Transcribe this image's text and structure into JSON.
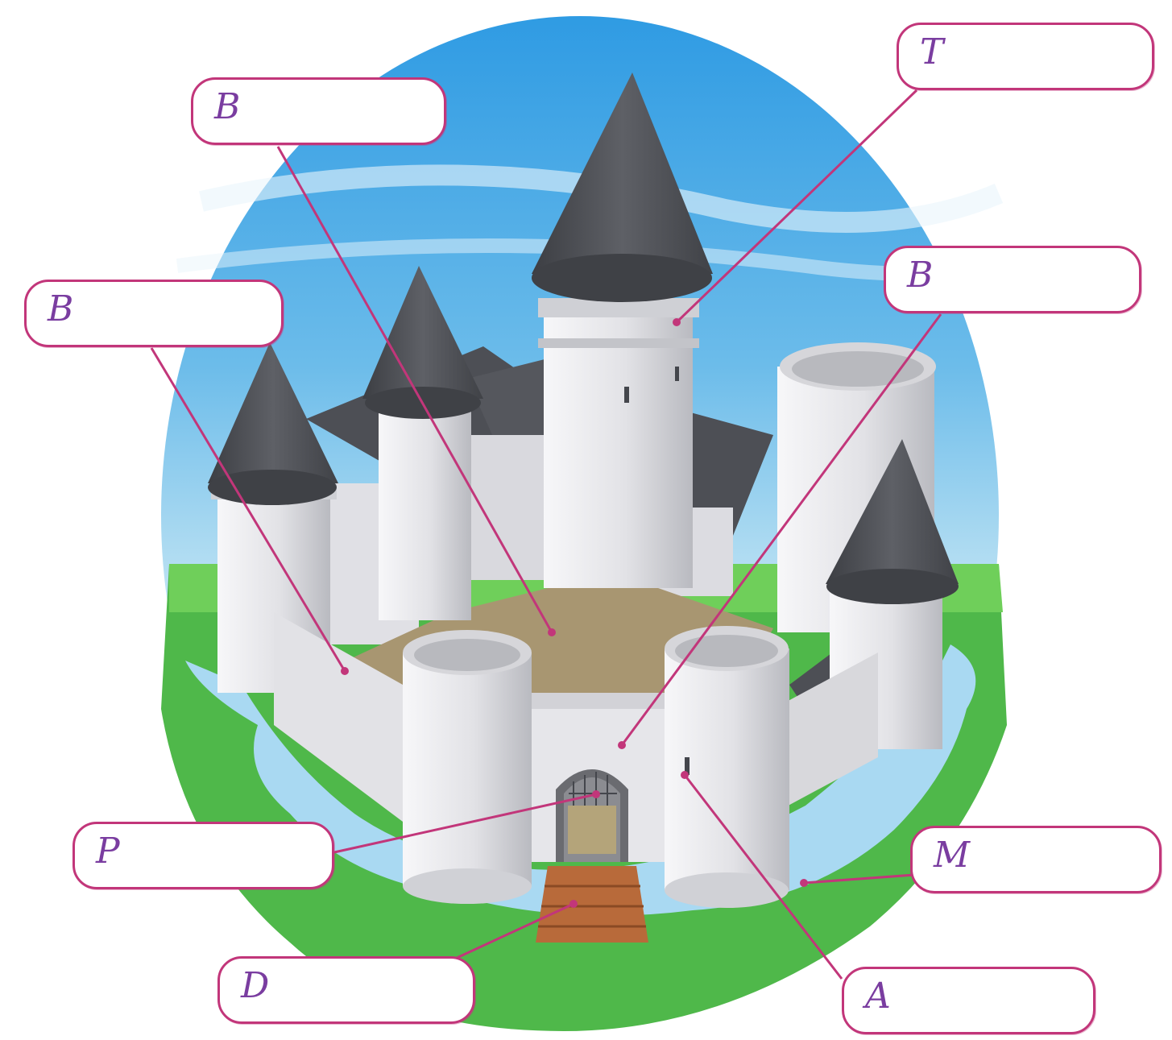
{
  "colors": {
    "sky": "#3ba6e6",
    "grass": "#4fb84a",
    "moat": "#a9d9f2",
    "stone": "#e6e6ea",
    "roof": "#4d4f55",
    "courtyard": "#a89671",
    "wood": "#b86a3a",
    "label_border": "#c2367a",
    "label_text": "#7a3da0"
  },
  "labels": [
    {
      "id": "tower",
      "letter": "T",
      "answer": ""
    },
    {
      "id": "bailey",
      "letter": "B",
      "answer": ""
    },
    {
      "id": "battlement",
      "letter": "B",
      "answer": ""
    },
    {
      "id": "barbican",
      "letter": "B",
      "answer": ""
    },
    {
      "id": "portcullis",
      "letter": "P",
      "answer": ""
    },
    {
      "id": "moat",
      "letter": "M",
      "answer": ""
    },
    {
      "id": "drawbridge",
      "letter": "D",
      "answer": ""
    },
    {
      "id": "arrow-slit",
      "letter": "A",
      "answer": ""
    }
  ]
}
